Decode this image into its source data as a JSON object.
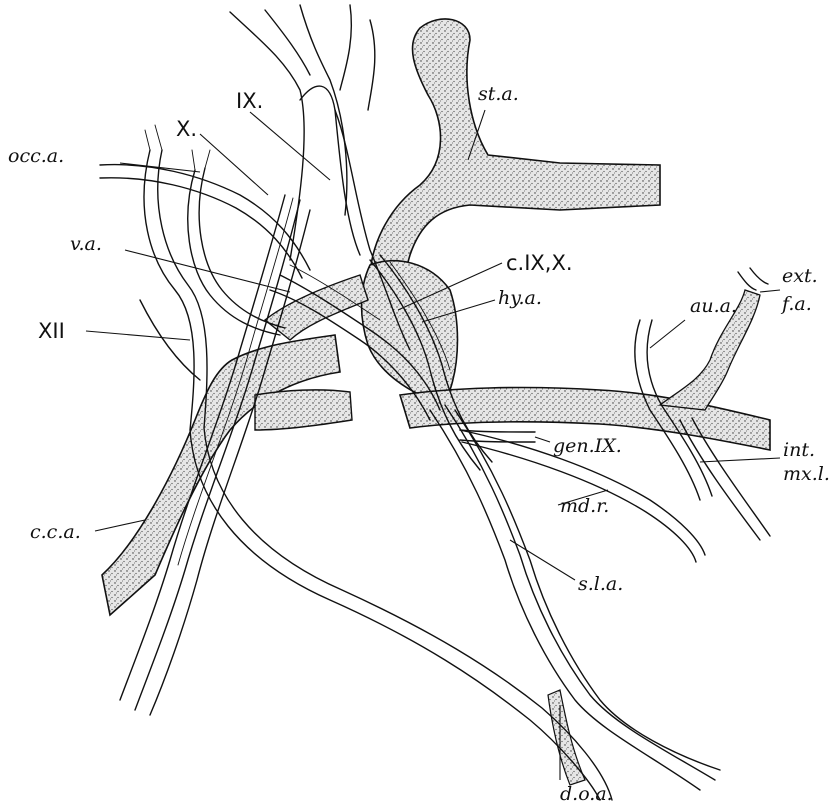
{
  "labels": {
    "occ_a": "occ.a.",
    "x": "X.",
    "ix": "IX.",
    "st_a": "st.a.",
    "v_a": "v.a.",
    "c_ix_x": "c.IX,X.",
    "hy_a": "hy.a.",
    "xii": "XII",
    "ext": "ext.",
    "f_a": "f.a.",
    "au_a": "au.a.",
    "gen_ix": "gen.IX.",
    "int": "int.",
    "mx_l": "mx.l.",
    "c_c_a": "c.c.a.",
    "md_r": "md.r.",
    "s_l_a": "s.l.a.",
    "d_o_a": "d.o.a."
  }
}
